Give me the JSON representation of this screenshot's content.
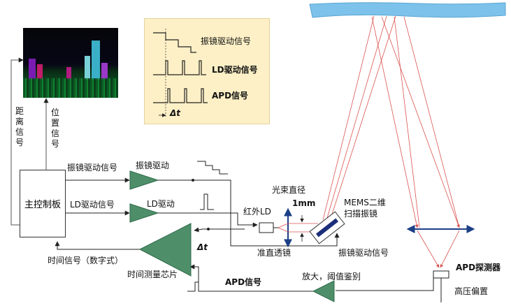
{
  "colors": {
    "signal_line": "#222222",
    "laser_ray": "#d9534f",
    "triangle_fill": "#4e8f6a",
    "triangle_stroke": "#2f6a48",
    "legend_bg": "#fdf0c6",
    "target_surface": "#7cc2ea",
    "lens_arrow": "#1c3f86",
    "mems_mirror": "#1c2e7a"
  },
  "lidar_image": {
    "icon": "pointcloud-3d-image"
  },
  "legend": {
    "mirror_drive_signal": "振镜驱动信号",
    "ld_drive_signal": "LD驱动信号",
    "apd_signal": "APD信号",
    "delta_t": "Δt"
  },
  "left_labels": {
    "distance_signal": "距离信号",
    "position_signal": "位置信号"
  },
  "controller": {
    "label": "主控制板"
  },
  "signals": {
    "mirror_drive_signal": "振镜驱动信号",
    "mirror_drive": "振镜驱动",
    "ld_drive_signal": "LD驱动信号",
    "ld_drive": "LD驱动",
    "delta_t": "Δt",
    "time_signal_digital": "时间信号（数字式）",
    "tdc_chip": "时间测量芯片",
    "apd_signal": "APD信号",
    "amp_threshold": "放大，阈值鉴别"
  },
  "optics": {
    "beam_diameter": "光束直径",
    "beam_size": "1mm",
    "infrared_ld": "红外LD",
    "collimating_lens": "准直透镜",
    "mems_mirror": "MEMS二维扫描振镜",
    "mirror_drive_signal": "振镜驱动信号"
  },
  "receiver": {
    "apd_detector": "APD探测器",
    "high_voltage_bias": "高压偏置"
  }
}
